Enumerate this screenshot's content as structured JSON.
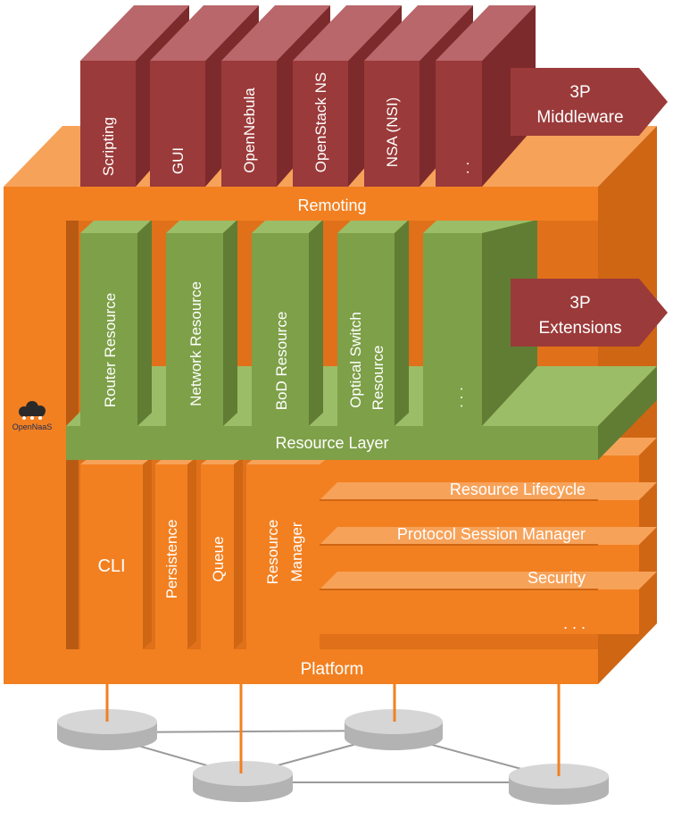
{
  "middleware_modules": [
    {
      "label": "Scripting"
    },
    {
      "label": "GUI"
    },
    {
      "label": "OpenNebula"
    },
    {
      "label": "OpenStack NS"
    },
    {
      "label": "NSA (NSI)"
    },
    {
      "label": ". ."
    }
  ],
  "third_party_middleware": {
    "line1": "3P",
    "line2": "Middleware"
  },
  "remoting_label": "Remoting",
  "resources": [
    {
      "line1": "Router Resource",
      "line2": ""
    },
    {
      "line1": "Network Resource",
      "line2": ""
    },
    {
      "line1": "BoD Resource",
      "line2": ""
    },
    {
      "line1": "Optical Switch",
      "line2": "Resource"
    },
    {
      "line1": ". . .",
      "line2": ""
    }
  ],
  "third_party_extensions": {
    "line1": "3P",
    "line2": "Extensions"
  },
  "resource_layer_label": "Resource Layer",
  "logo_text": "OpenNaaS",
  "platform_modules": {
    "cli": "CLI",
    "persistence": "Persistence",
    "queue": "Queue",
    "resource_manager": {
      "line1": "Resource",
      "line2": "Manager"
    }
  },
  "platform_services": [
    {
      "label": "Resource Lifecycle"
    },
    {
      "label": "Protocol Session Manager"
    },
    {
      "label": "Security"
    },
    {
      "label": ". . ."
    }
  ],
  "platform_label": "Platform",
  "colors": {
    "orange": "#f28021",
    "orange_light": "#f7a259",
    "orange_dark": "#cf6613",
    "red": "#9b3a3a",
    "red_light": "#b9676a",
    "red_dark": "#7d2a2c",
    "green": "#7ea048",
    "green_light": "#9cbd67",
    "green_dark": "#607d33",
    "disk": "#c9c9c9"
  }
}
